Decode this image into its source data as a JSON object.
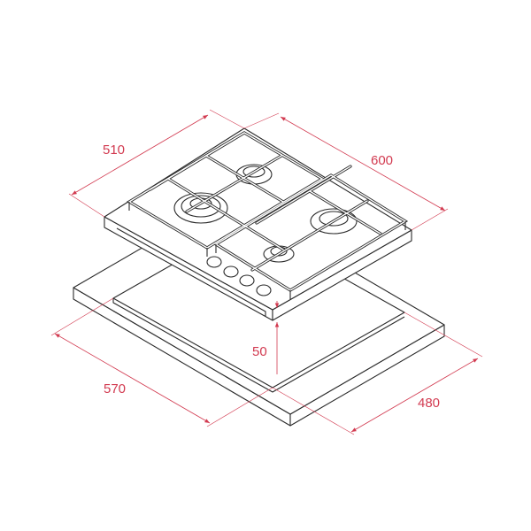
{
  "dimensions": {
    "hob_depth": "510",
    "hob_width": "600",
    "cutout_width": "570",
    "cutout_depth": "480",
    "height": "50"
  },
  "colors": {
    "dimension": "#d23a50",
    "line": "#2a2a2a"
  }
}
